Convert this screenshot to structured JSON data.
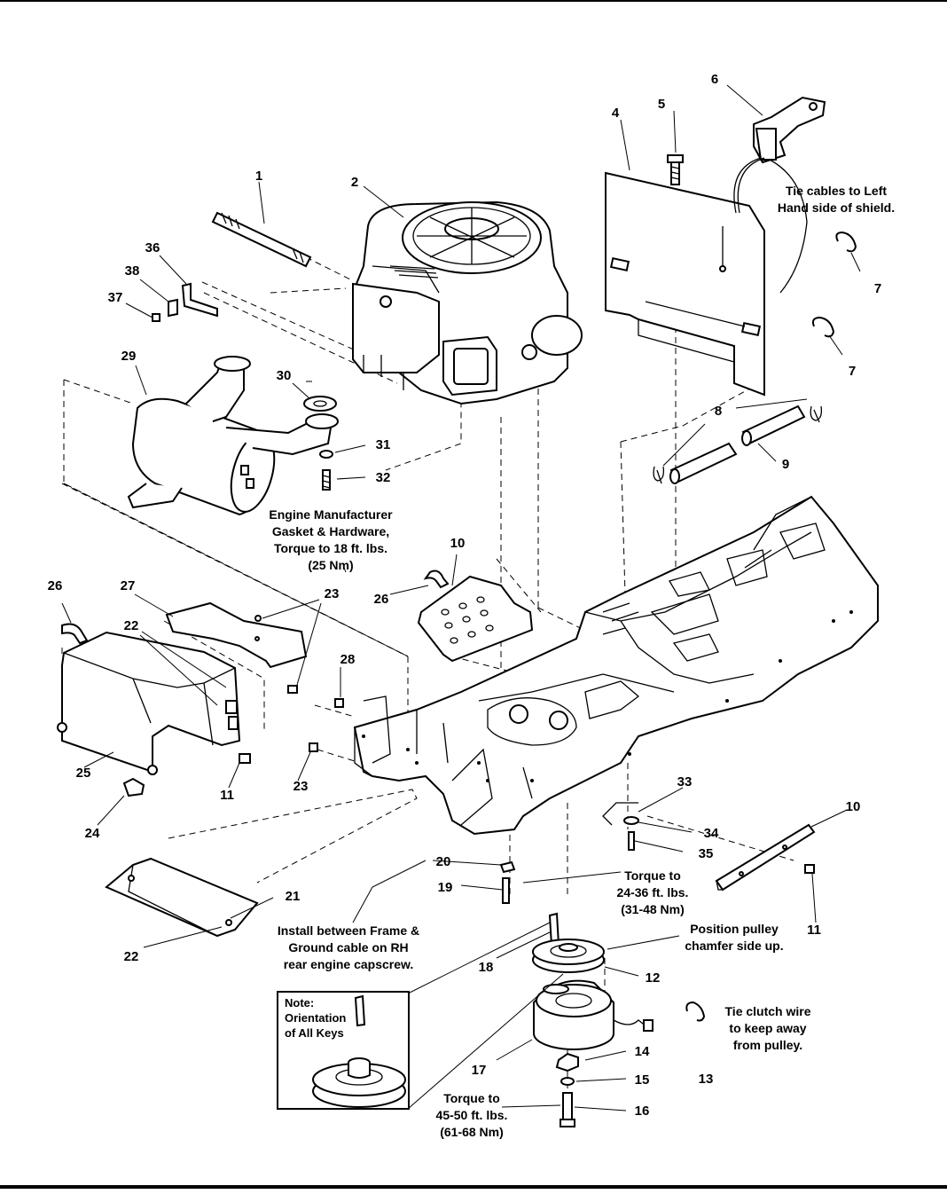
{
  "callouts": {
    "c1": "1",
    "c2": "2",
    "c4": "4",
    "c5": "5",
    "c6": "6",
    "c7a": "7",
    "c7b": "7",
    "c8": "8",
    "c9": "9",
    "c10a": "10",
    "c10b": "10",
    "c11a": "11",
    "c11b": "11",
    "c12": "12",
    "c13": "13",
    "c14": "14",
    "c15": "15",
    "c16": "16",
    "c17": "17",
    "c18": "18",
    "c19": "19",
    "c20": "20",
    "c21": "21",
    "c22a": "22",
    "c22b": "22",
    "c23a": "23",
    "c23b": "23",
    "c24": "24",
    "c25": "25",
    "c26a": "26",
    "c26b": "26",
    "c27": "27",
    "c28": "28",
    "c29": "29",
    "c30": "30",
    "c31": "31",
    "c32": "32",
    "c33": "33",
    "c34": "34",
    "c35": "35",
    "c36": "36",
    "c37": "37",
    "c38": "38"
  },
  "notes": {
    "tie_cables": [
      "Tie cables to Left",
      "Hand side of shield."
    ],
    "engine_gasket": [
      "Engine Manufacturer",
      "Gasket & Hardware,",
      "Torque to 18 ft. lbs.",
      "(25 Nm)"
    ],
    "install_between": [
      "Install between Frame &",
      "Ground cable on RH",
      "rear engine capscrew."
    ],
    "torque_24_36": [
      "Torque to",
      "24-36 ft. lbs.",
      "(31-48 Nm)"
    ],
    "position_pulley": [
      "Position pulley",
      "chamfer side up."
    ],
    "tie_clutch": [
      "Tie clutch wire",
      "to keep away",
      "from pulley."
    ],
    "torque_45_50": [
      "Torque to",
      "45-50 ft. lbs.",
      "(61-68 Nm)"
    ],
    "key_orientation": [
      "Note:",
      "Orientation",
      "of All Keys"
    ]
  }
}
